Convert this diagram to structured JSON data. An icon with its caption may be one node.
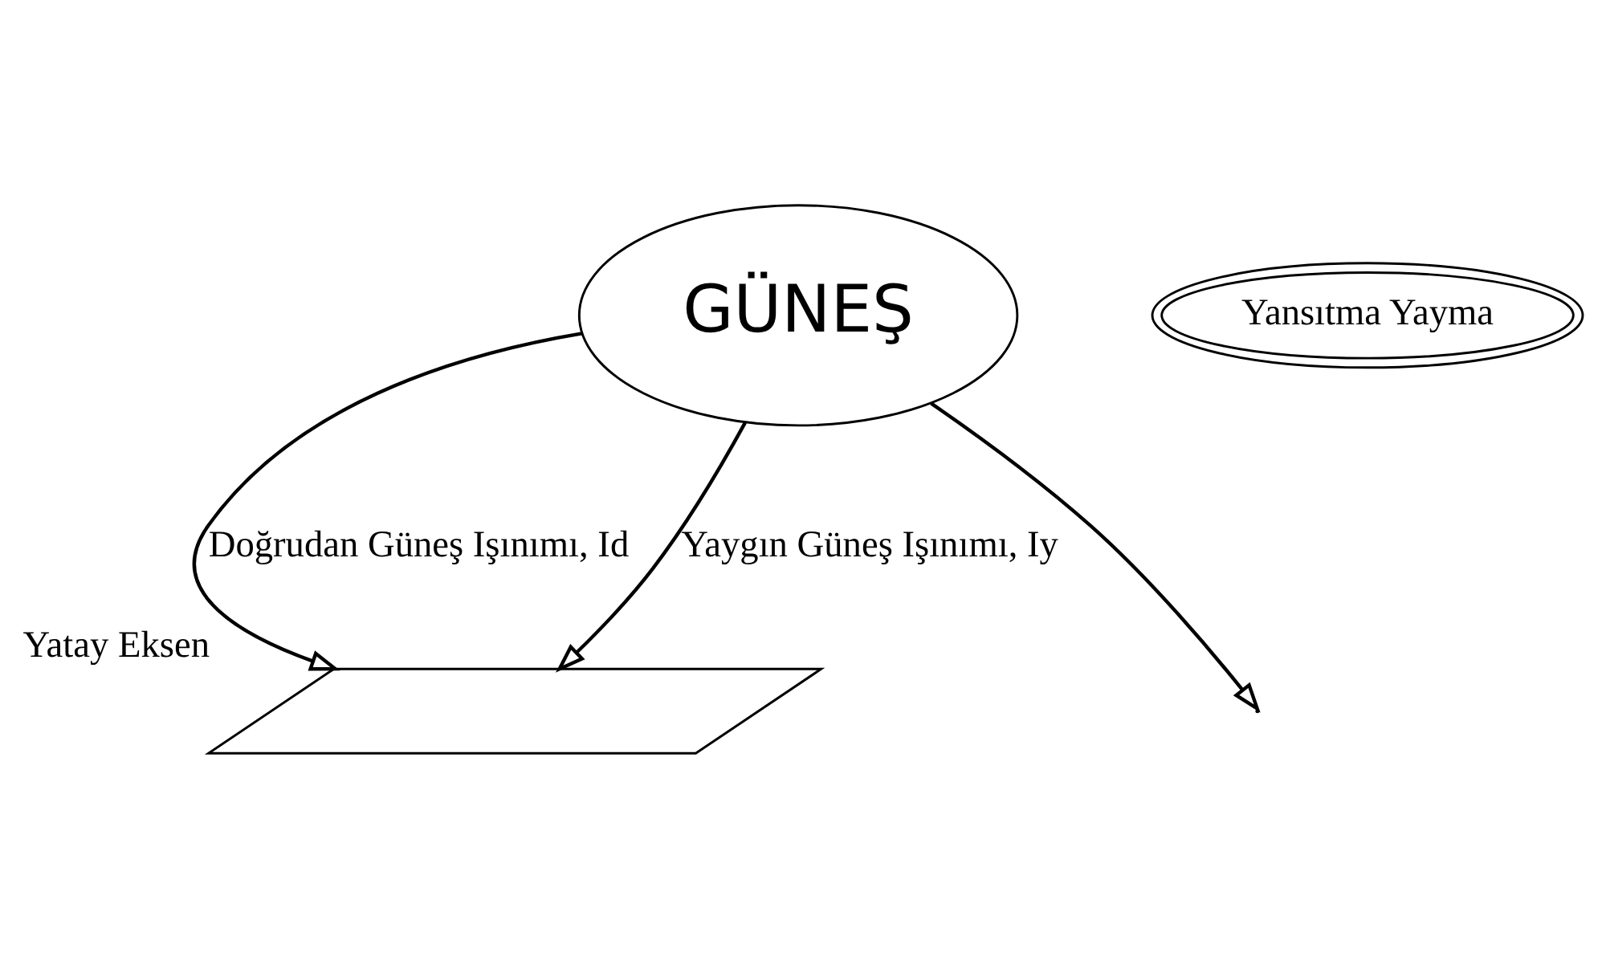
{
  "diagram": {
    "nodes": [
      {
        "text": [
          "GÜNEŞ"
        ]
      },
      {
        "text": [
          "Yansıtma Yayma"
        ]
      },
      {
        "text": [],
        "shape": "parallelogram",
        "beside": [
          "Yatay Eksen"
        ]
      }
    ],
    "edges": [
      {
        "from": 0,
        "to": 2,
        "arrow": "to",
        "label": "Doğrudan Güneş Işınımı, Id"
      },
      {
        "from": 0,
        "to": 2,
        "arrow": "to",
        "label": "Yaygın Güneş Işınımı, Iy"
      },
      {
        "from": 0,
        "to": null,
        "arrow": "to"
      }
    ]
  }
}
